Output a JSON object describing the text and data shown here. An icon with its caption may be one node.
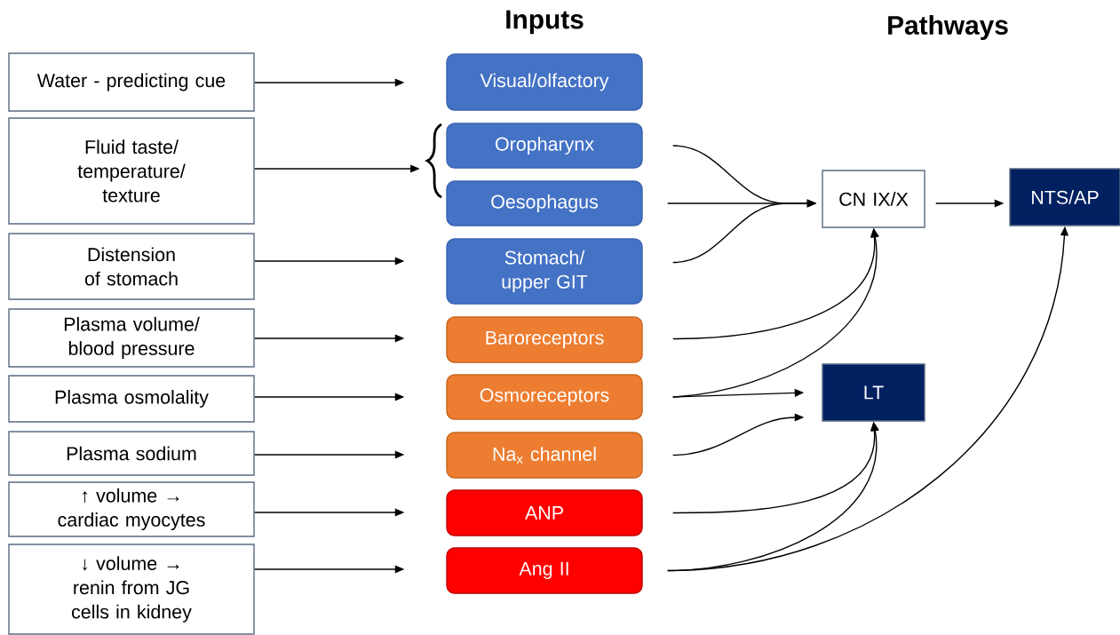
{
  "diagram": {
    "nodes": [
      {
        "text": [
          "Water - predicting cue"
        ]
      },
      {
        "text": [
          "Fluid taste/ temperature/ texture"
        ]
      },
      {
        "text": [
          "Distension of stomach"
        ]
      },
      {
        "text": [
          "Plasma volume/ blood pressure"
        ]
      },
      {
        "text": [
          "Plasma osmolality"
        ]
      },
      {
        "text": [
          "Plasma sodium"
        ]
      },
      {
        "text": [
          "↑ volume → cardiac myocytes"
        ]
      },
      {
        "text": [
          "↓ volume → renin from JG cells in kidney"
        ]
      },
      {
        "text": [
          "Visual/olfactory"
        ]
      },
      {
        "text": [
          "Oropharynx"
        ]
      },
      {
        "text": [
          "Oesophagus"
        ]
      },
      {
        "text": [
          "Stomach/ upper GIT"
        ]
      },
      {
        "text": [
          "Baroreceptors"
        ]
      },
      {
        "text": [
          "Osmoreceptors"
        ]
      },
      {
        "text": [
          "Na$_{x}$ channel"
        ]
      },
      {
        "text": [
          "ANP"
        ]
      },
      {
        "text": [
          "Ang II"
        ]
      },
      {
        "text": [
          "CN IX/X"
        ]
      },
      {
        "text": [
          "NTS/AP"
        ]
      },
      {
        "text": [
          "LT"
        ]
      },
      {
        "text": [],
        "shape": "brace"
      }
    ],
    "edges": [
      {
        "from": 0,
        "to": 8,
        "arrow": "to"
      },
      {
        "from": 1,
        "to": 20,
        "arrow": "to"
      },
      {
        "from": 2,
        "to": 11,
        "arrow": "to"
      },
      {
        "from": 3,
        "to": 12,
        "arrow": "to"
      },
      {
        "from": 4,
        "to": 13,
        "arrow": "to"
      },
      {
        "from": 5,
        "to": 14,
        "arrow": "to"
      },
      {
        "from": 6,
        "to": 15,
        "arrow": "to"
      },
      {
        "from": 7,
        "to": 16,
        "arrow": "to"
      },
      {
        "from": 9,
        "to": 17,
        "arrow": "to"
      },
      {
        "from": 10,
        "to": 17,
        "arrow": "to"
      },
      {
        "from": 11,
        "to": 17,
        "arrow": "to"
      },
      {
        "from": 12,
        "to": 17,
        "arrow": "to"
      },
      {
        "from": 13,
        "to": 17,
        "arrow": "to"
      },
      {
        "from": 17,
        "to": 18,
        "arrow": "to"
      },
      {
        "from": 13,
        "to": 19,
        "arrow": "to"
      },
      {
        "from": 14,
        "to": 19,
        "arrow": "to"
      },
      {
        "from": 15,
        "to": 19,
        "arrow": "to"
      },
      {
        "from": 16,
        "to": 19,
        "arrow": "to"
      },
      {
        "from": 16,
        "to": 18,
        "arrow": "to"
      }
    ],
    "labels": [
      "Inputs",
      "Pathways"
    ]
  }
}
